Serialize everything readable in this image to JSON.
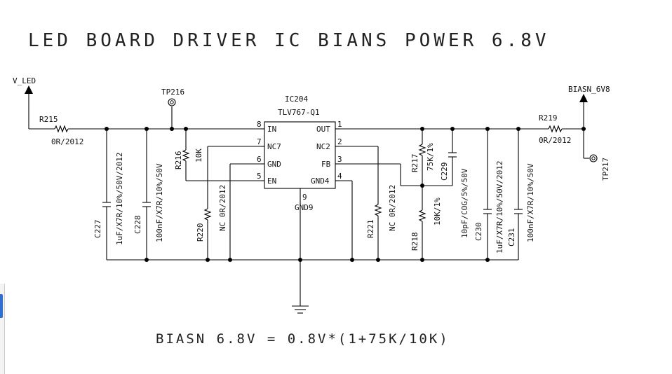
{
  "title": "LED BOARD DRIVER IC BIANS POWER 6.8V",
  "formula": "BIASN 6.8V = 0.8V*(1+75K/10K)",
  "ic": {
    "ref": "IC204",
    "part": "TLV767-Q1",
    "pins": {
      "in_num": "8",
      "in": "IN",
      "nc7_num": "7",
      "nc7": "NC7",
      "gnd_num": "6",
      "gnd": "GND",
      "en_num": "5",
      "en": "EN",
      "out_num": "1",
      "out": "OUT",
      "nc2_num": "2",
      "nc2": "NC2",
      "fb_num": "3",
      "fb": "FB",
      "gnd4_num": "4",
      "gnd4": "GND4",
      "gnd9_num": "9",
      "gnd9": "GND9"
    }
  },
  "nets": {
    "v_led": "V_LED",
    "biasn": "BIASN_6V8"
  },
  "testpoints": {
    "tp216": "TP216",
    "tp217": "TP217"
  },
  "components": {
    "r215": {
      "ref": "R215",
      "value": "0R/2012"
    },
    "r219": {
      "ref": "R219",
      "value": "0R/2012"
    },
    "c227": {
      "ref": "C227",
      "value": "1uF/X7R/10%/50V/2012"
    },
    "c228": {
      "ref": "C228",
      "value": "100nF/X7R/10%/50V"
    },
    "r216": {
      "ref": "R216",
      "value": "10K"
    },
    "r220": {
      "ref": "R220",
      "value": "NC 0R/2012"
    },
    "r221": {
      "ref": "R221",
      "value": "NC 0R/2012"
    },
    "r217": {
      "ref": "R217",
      "value": "75K/1%"
    },
    "r218": {
      "ref": "R218",
      "value": "10K/1%"
    },
    "c229": {
      "ref": "C229",
      "value": "10pF/COG/5%/50V"
    },
    "c230": {
      "ref": "C230",
      "value": "1uF/X7R/10%/50V/2012"
    },
    "c231": {
      "ref": "C231",
      "value": "100nF/X7R/10%/50V"
    }
  }
}
